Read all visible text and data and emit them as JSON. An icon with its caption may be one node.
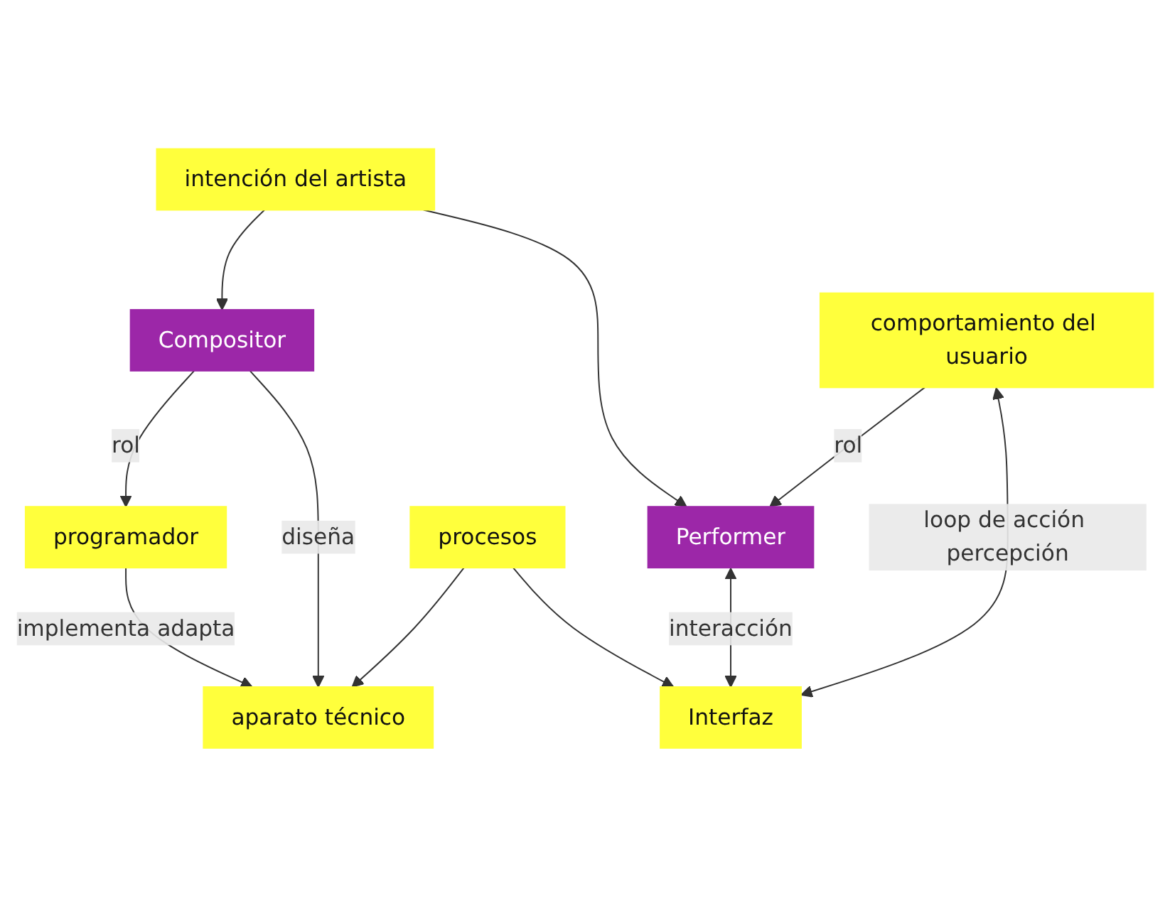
{
  "diagram": {
    "nodes": [
      {
        "text": [
          "programador"
        ]
      },
      {
        "text": [
          "Compositor"
        ]
      },
      {
        "text": [
          "aparato técnico"
        ]
      },
      {
        "text": [
          "intención del artista"
        ]
      },
      {
        "text": [
          "procesos"
        ]
      },
      {
        "text": [
          "Performer"
        ]
      },
      {
        "text": [
          "Interfaz"
        ]
      },
      {
        "text": [
          "comportamiento del usuario"
        ]
      }
    ],
    "edges": [
      {
        "from": 1,
        "to": 0,
        "arrow": "to",
        "label": "rol"
      },
      {
        "from": 0,
        "to": 2,
        "arrow": "to",
        "label": "implementa adapta"
      },
      {
        "from": 1,
        "to": 2,
        "arrow": "to",
        "label": "diseña"
      },
      {
        "from": 3,
        "to": 1,
        "arrow": "to"
      },
      {
        "from": 3,
        "to": 5,
        "arrow": "to"
      },
      {
        "from": 4,
        "to": 2,
        "arrow": "to"
      },
      {
        "from": 4,
        "to": 6,
        "arrow": "to"
      },
      {
        "from": 5,
        "to": 6,
        "arrow": "both",
        "label": "interacción"
      },
      {
        "from": 7,
        "to": 5,
        "arrow": "to",
        "label": "rol"
      },
      {
        "from": 7,
        "to": 6,
        "arrow": "both",
        "label": "loop de acción percepción"
      }
    ]
  }
}
